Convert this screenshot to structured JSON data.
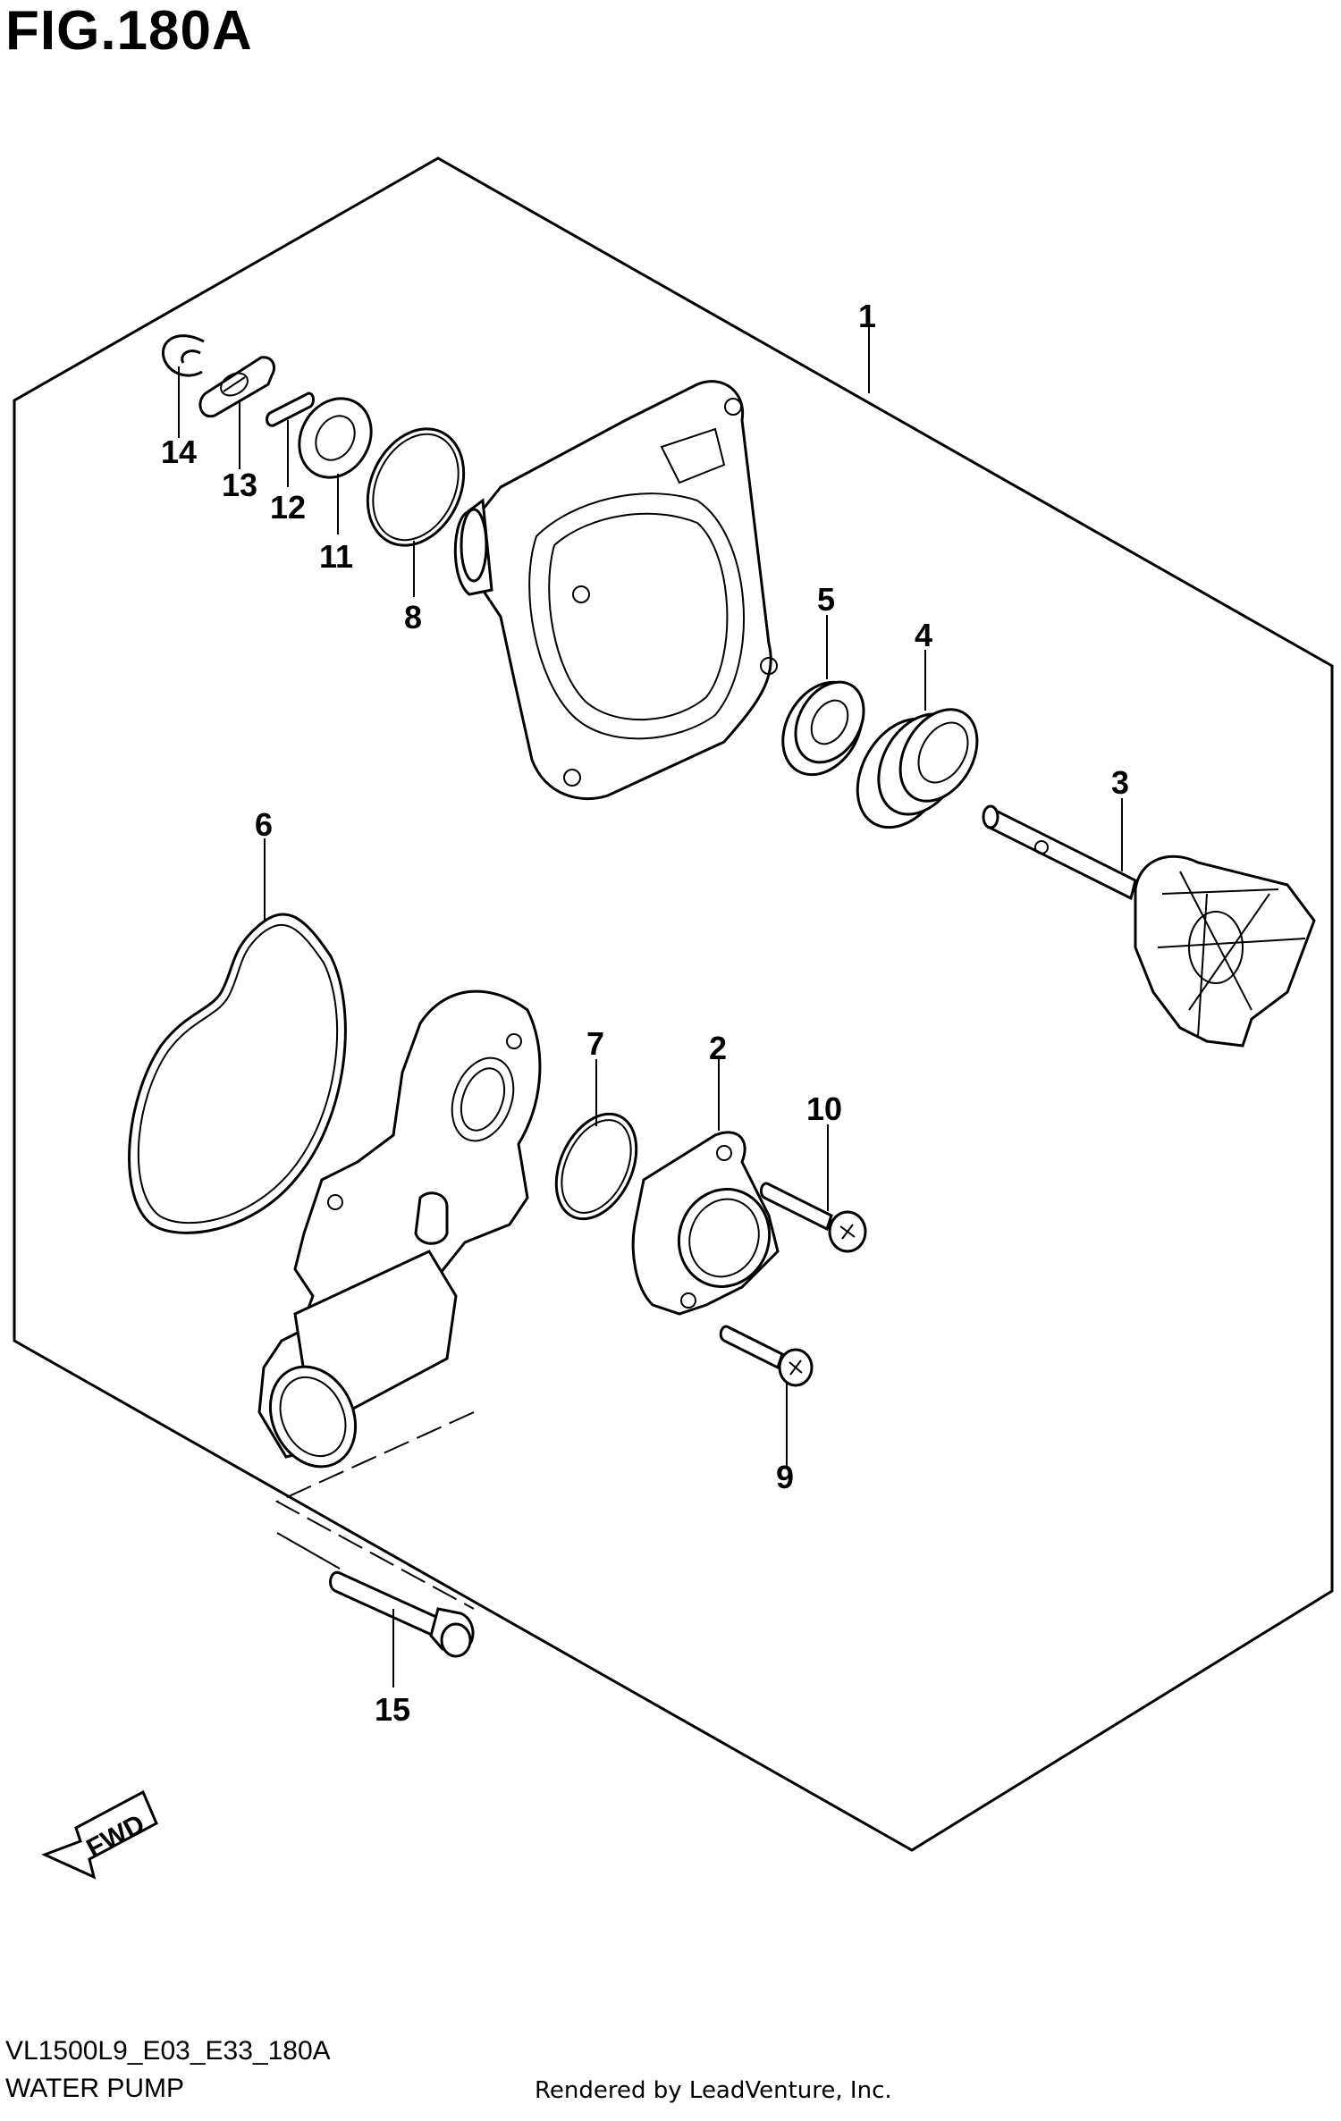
{
  "figure": {
    "title": "FIG.180A",
    "model_code": "VL1500L9_E03_E33_180A",
    "name": "WATER PUMP",
    "credit": "Rendered by LeadVenture, Inc."
  },
  "callouts": [
    {
      "id": "1",
      "label": "1"
    },
    {
      "id": "2",
      "label": "2"
    },
    {
      "id": "3",
      "label": "3"
    },
    {
      "id": "4",
      "label": "4"
    },
    {
      "id": "5",
      "label": "5"
    },
    {
      "id": "6",
      "label": "6"
    },
    {
      "id": "7",
      "label": "7"
    },
    {
      "id": "8",
      "label": "8"
    },
    {
      "id": "9",
      "label": "9"
    },
    {
      "id": "10",
      "label": "10"
    },
    {
      "id": "11",
      "label": "11"
    },
    {
      "id": "12",
      "label": "12"
    },
    {
      "id": "13",
      "label": "13"
    },
    {
      "id": "14",
      "label": "14"
    },
    {
      "id": "15",
      "label": "15"
    }
  ],
  "fwd_arrow": {
    "label": "FWD"
  },
  "icons": {
    "direction": "fwd-arrow-icon"
  }
}
